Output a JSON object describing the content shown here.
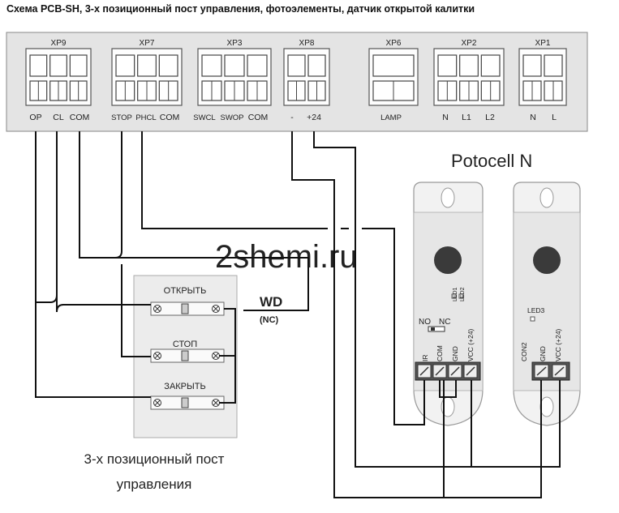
{
  "title": "Схема PCB-SH, 3-х позиционный пост управления, фотоэлементы, датчик открытой калитки",
  "connectors": [
    {
      "name": "XP9",
      "pins": [
        "OP",
        "CL",
        "COM"
      ]
    },
    {
      "name": "XP7",
      "pins": [
        "STOP",
        "PHCL",
        "COM"
      ]
    },
    {
      "name": "XP3",
      "pins": [
        "SWCL",
        "SWOP",
        "COM"
      ]
    },
    {
      "name": "XP8",
      "pins": [
        "-",
        "+24"
      ]
    },
    {
      "name": "XP6",
      "pins": [
        "LAMP"
      ]
    },
    {
      "name": "XP2",
      "pins": [
        "N",
        "L1",
        "L2"
      ]
    },
    {
      "name": "XP1",
      "pins": [
        "N",
        "L"
      ]
    }
  ],
  "photocell_title": "Potocell N",
  "watermark": "2shemi.ru",
  "receiver": {
    "led_labels": [
      "LED1",
      "LED2"
    ],
    "jumper_labels": [
      "NO",
      "NC"
    ],
    "terminals": [
      "IR",
      "COM",
      "GND",
      "VCC (+24)"
    ]
  },
  "transmitter": {
    "led_label": "LED3",
    "terminals": [
      "CON2",
      "GND",
      "VCC (+24)"
    ]
  },
  "control_post": {
    "buttons": [
      "ОТКРЫТЬ",
      "СТОП",
      "ЗАКРЫТЬ"
    ],
    "caption_line1": "3-х позиционный пост",
    "caption_line2": "управления"
  },
  "wd": {
    "label": "WD",
    "sub": "(NC)"
  }
}
